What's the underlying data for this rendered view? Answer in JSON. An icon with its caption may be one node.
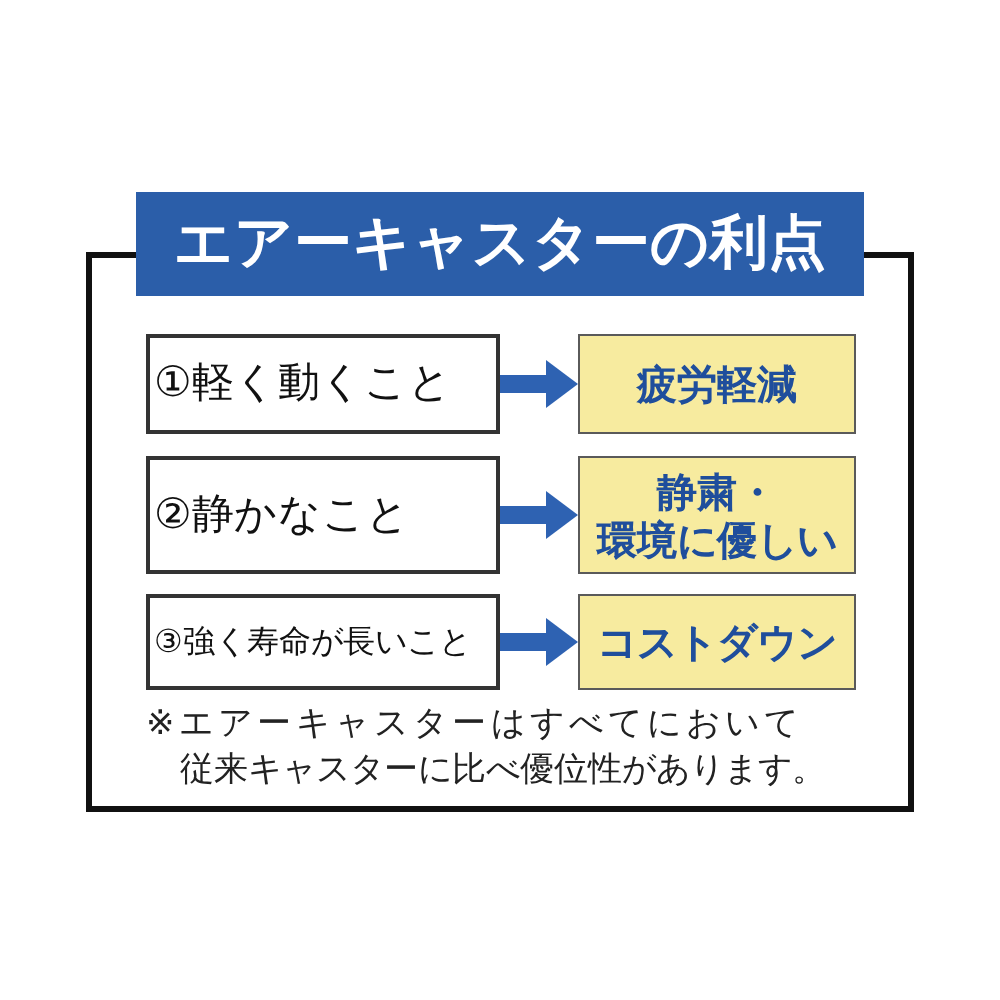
{
  "diagram": {
    "nodes": [
      {
        "text": [
          "エアーキャスターの利点",
          "※エアーキャスターはすべてにおいて従来キャスターに比べ優位性があります。"
        ]
      },
      {
        "text": [
          "①軽く動くこと"
        ],
        "in": 0
      },
      {
        "text": [
          "疲労軽減"
        ],
        "in": 0
      },
      {
        "text": [
          "②静かなこと"
        ],
        "in": 0
      },
      {
        "text": [
          "静粛・環境に優しい"
        ],
        "in": 0
      },
      {
        "text": [
          "③強く寿命が長いこと"
        ],
        "in": 0
      },
      {
        "text": [
          "コストダウン"
        ],
        "in": 0
      }
    ],
    "edges": [
      {
        "from": 1,
        "to": 2,
        "arrow": "to"
      },
      {
        "from": 3,
        "to": 4,
        "arrow": "to"
      },
      {
        "from": 5,
        "to": 6,
        "arrow": "to"
      }
    ]
  }
}
